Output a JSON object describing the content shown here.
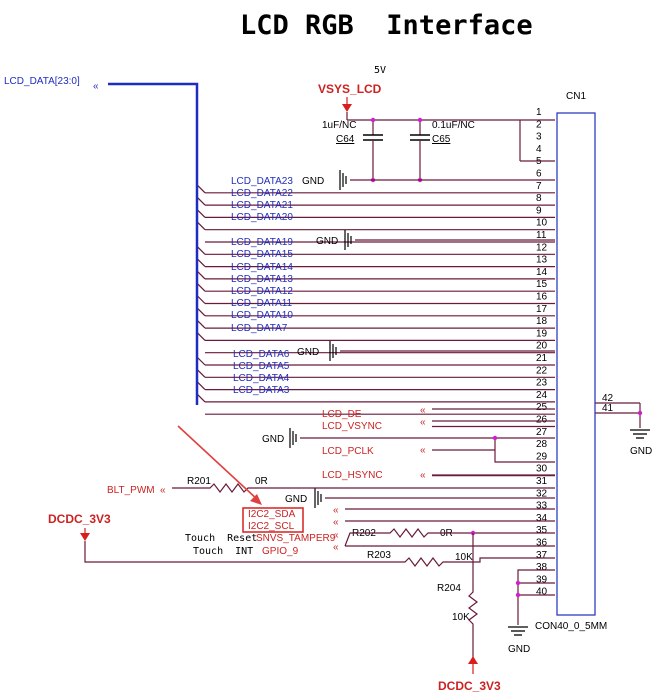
{
  "title": "LCD RGB  Interface",
  "power_5v": "5V",
  "vsys_lcd": "VSYS_LCD",
  "bus_label": "LCD_DATA[23:0]",
  "cap1": {
    "value": "1uF/NC",
    "ref": "C64"
  },
  "cap2": {
    "value": "0.1uF/NC",
    "ref": "C65"
  },
  "connector": {
    "ref": "CN1",
    "part": "CON40_0_5MM",
    "pins": [
      "1",
      "2",
      "3",
      "4",
      "5",
      "6",
      "7",
      "8",
      "9",
      "10",
      "11",
      "12",
      "13",
      "14",
      "15",
      "16",
      "17",
      "18",
      "19",
      "20",
      "21",
      "22",
      "23",
      "24",
      "25",
      "26",
      "27",
      "28",
      "29",
      "30",
      "31",
      "32",
      "33",
      "34",
      "35",
      "36",
      "37",
      "38",
      "39",
      "40"
    ],
    "pin41": "41",
    "pin42": "42"
  },
  "gnd": "GND",
  "data_nets": [
    "LCD_DATA23",
    "LCD_DATA22",
    "LCD_DATA21",
    "LCD_DATA20",
    "LCD_DATA19",
    "LCD_DATA15",
    "LCD_DATA14",
    "LCD_DATA13",
    "LCD_DATA12",
    "LCD_DATA11",
    "LCD_DATA10",
    "LCD_DATA7",
    "LCD_DATA6",
    "LCD_DATA5",
    "LCD_DATA4",
    "LCD_DATA3"
  ],
  "ctrl_nets": [
    "LCD_DE",
    "LCD_VSYNC",
    "LCD_PCLK",
    "LCD_HSYNC"
  ],
  "blt_pwm": "BLT_PWM",
  "r201": {
    "ref": "R201",
    "value": "0R"
  },
  "r202": {
    "ref": "R202",
    "value": "0R"
  },
  "r203": {
    "ref": "R203",
    "value": "10K"
  },
  "r204": {
    "ref": "R204",
    "value": "10K"
  },
  "i2c_sda": "I2C2_SDA",
  "i2c_scl": "I2C2_SCL",
  "touch_reset_label": "Touch  Reset",
  "touch_reset_net": "SNVS_TAMPER9",
  "touch_int_label": "Touch  INT",
  "touch_int_net": "GPIO_9",
  "dcdc_left": "DCDC_3V3",
  "dcdc_bottom": "DCDC_3V3"
}
